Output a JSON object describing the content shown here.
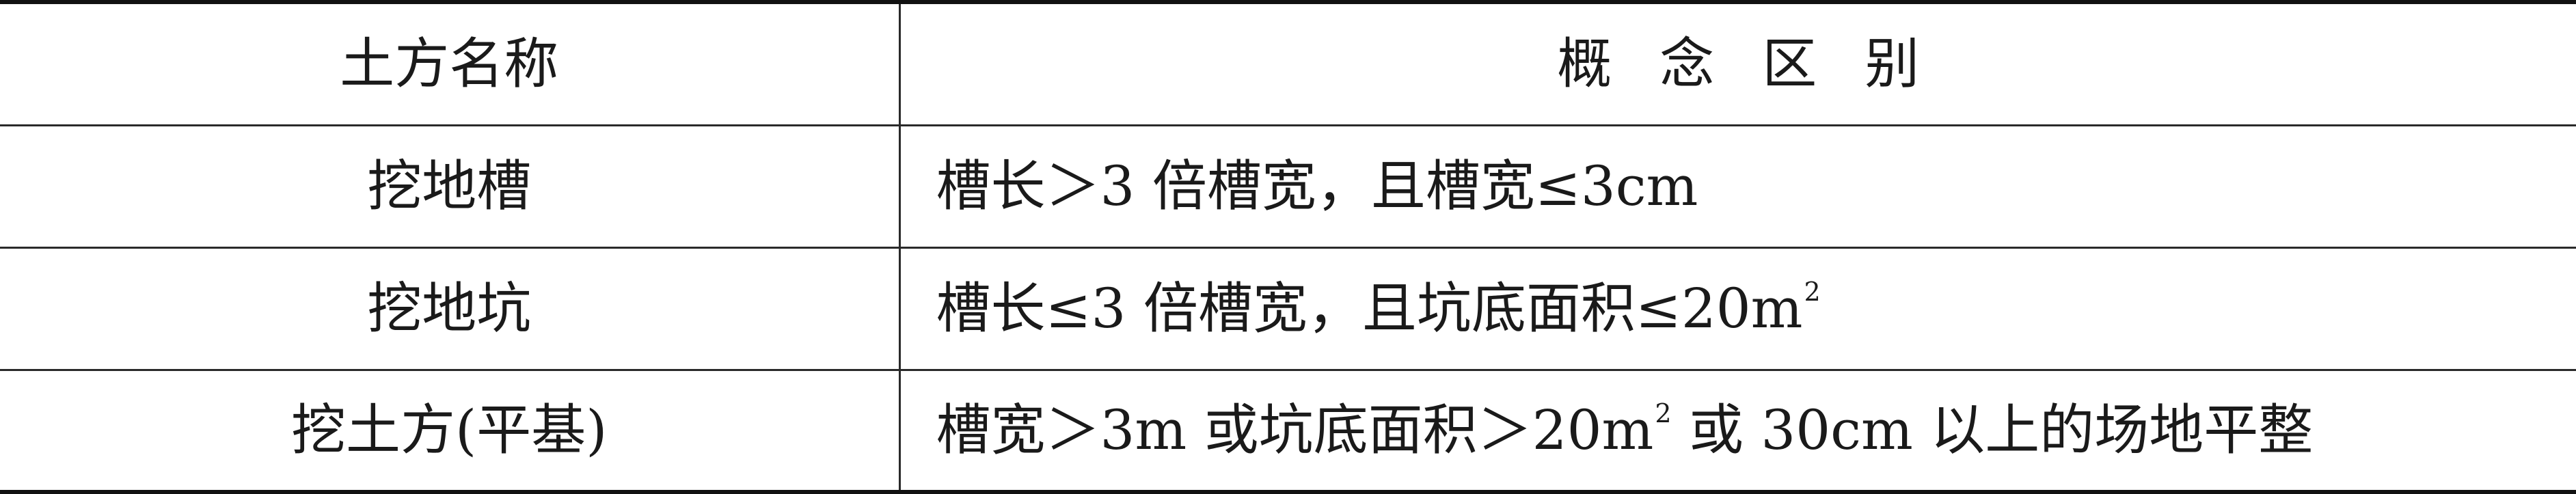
{
  "table": {
    "headers": {
      "name": "土方名称",
      "concept": "概念区别"
    },
    "rows": [
      {
        "name": "挖地槽",
        "desc_parts": [
          "槽长＞3 倍槽宽，且槽宽≤3cm"
        ],
        "sups": []
      },
      {
        "name": "挖地坑",
        "desc_parts": [
          "槽长≤3 倍槽宽，且坑底面积≤20m"
        ],
        "sups": [
          "2"
        ]
      },
      {
        "name": "挖土方(平基)",
        "desc_parts": [
          "槽宽＞3m 或坑底面积＞20m",
          " 或 30cm 以上的场地平整"
        ],
        "sups": [
          "2"
        ]
      }
    ]
  }
}
